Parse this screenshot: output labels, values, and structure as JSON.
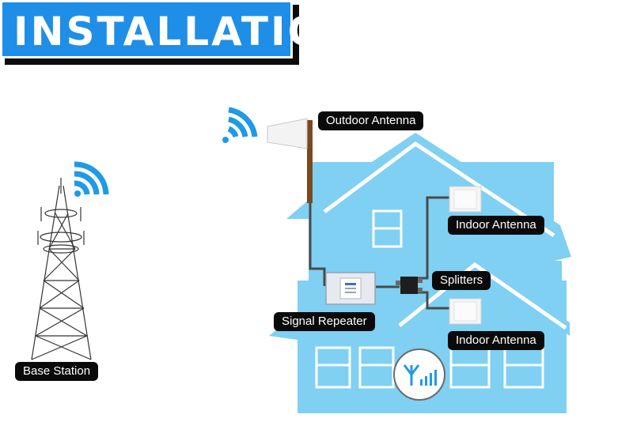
{
  "header": {
    "title": "INSTALLATION"
  },
  "labels": {
    "outdoor_antenna": "Outdoor Antenna",
    "indoor_antenna_top": "Indoor Antenna",
    "splitters": "Splitters",
    "signal_repeater": "Signal Repeater",
    "indoor_antenna_bottom": "Indoor Antenna",
    "base_station": "Base Station"
  },
  "colors": {
    "banner_blue": "#1f8ee6",
    "house_blue": "#7fd0f2",
    "signal_blue": "#1e9ae6",
    "cable": "#4a4a4a",
    "mast": "#7a4a1e",
    "label_bg": "#0a0a0a"
  },
  "icons": [
    "wifi-signal-icon",
    "antenna-signal-icon"
  ]
}
